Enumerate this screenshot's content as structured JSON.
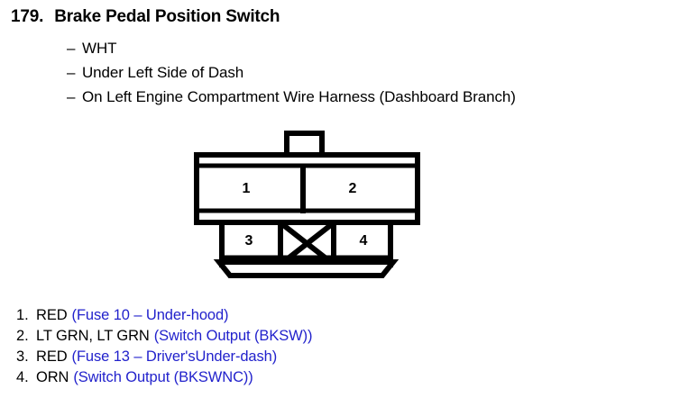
{
  "document": {
    "item_number": "179.",
    "title": "Brake Pedal Position Switch",
    "specs": [
      {
        "dash": "–",
        "text": "WHT"
      },
      {
        "dash": "–",
        "text": "Under Left Side of Dash"
      },
      {
        "dash": "–",
        "text": "On Left Engine Compartment Wire Harness (Dashboard Branch)"
      }
    ]
  },
  "connector": {
    "name": "4-pin-connector-face-view",
    "pins": [
      {
        "number": "1"
      },
      {
        "number": "2"
      },
      {
        "number": "3"
      },
      {
        "number": "4"
      }
    ],
    "blank_cavity_marker": "x-cross",
    "line_color": "#000000"
  },
  "legend": {
    "accent_color": "#2222cc",
    "rows": [
      {
        "index": "1.",
        "wire": "RED",
        "desc": "(Fuse 10 – Under-hood)"
      },
      {
        "index": "2.",
        "wire": "LT GRN, LT GRN",
        "desc": "(Switch Output (BKSW))"
      },
      {
        "index": "3.",
        "wire": "RED",
        "desc": "(Fuse 13 – Driver'sUnder-dash)"
      },
      {
        "index": "4.",
        "wire": "ORN",
        "desc": "(Switch Output (BKSWNC))"
      }
    ]
  }
}
